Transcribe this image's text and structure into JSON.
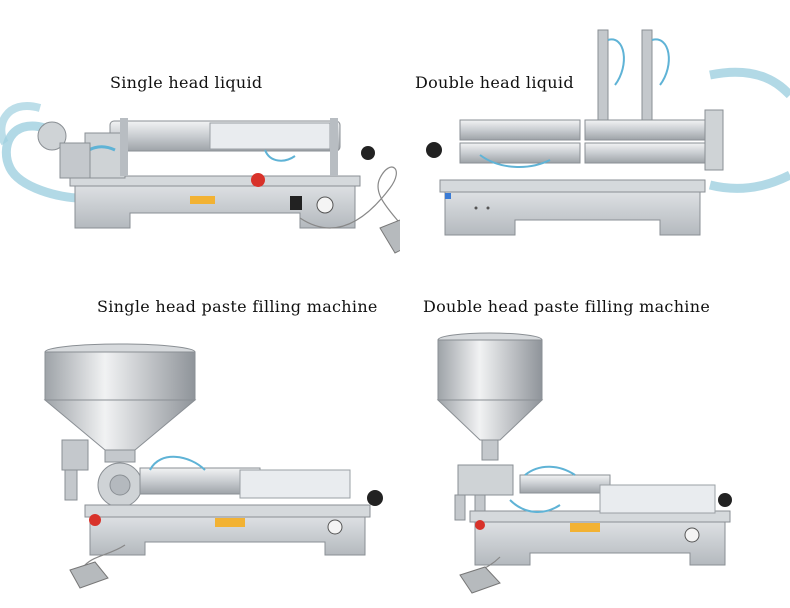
{
  "captions": {
    "single_liquid": "Single head liquid",
    "double_liquid": "Double head liquid",
    "single_paste": "Single head paste filling machine",
    "double_paste": "Double head paste filling machine"
  },
  "colors": {
    "steel_light": "#e6e8ea",
    "steel_mid": "#c4c8cc",
    "steel_dark": "#8a8f94",
    "tube_blue": "#5fb3d6",
    "hose_clear": "#9fd0e0",
    "emergency_red": "#d8322a",
    "knob_black": "#222222"
  }
}
